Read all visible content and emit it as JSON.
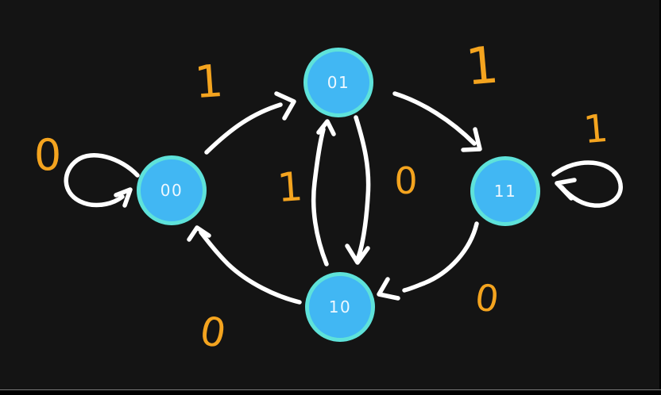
{
  "canvas": {
    "colors": {
      "background": "#141414",
      "node_fill": "#41b7f3",
      "node_stroke": "#5ee2da",
      "arrow": "#ffffff",
      "label": "#f4a41f"
    }
  },
  "diagram": {
    "type": "state-machine",
    "description": "Hand-drawn finite state machine over two-bit states with 0/1 transitions",
    "nodes": [
      {
        "id": "00",
        "label": "00"
      },
      {
        "id": "01",
        "label": "01"
      },
      {
        "id": "11",
        "label": "11"
      },
      {
        "id": "10",
        "label": "10"
      }
    ],
    "edges": [
      {
        "from": "00",
        "to": "00",
        "label": "0"
      },
      {
        "from": "00",
        "to": "01",
        "label": "1"
      },
      {
        "from": "01",
        "to": "11",
        "label": "1"
      },
      {
        "from": "11",
        "to": "11",
        "label": "1"
      },
      {
        "from": "10",
        "to": "01",
        "label": "1"
      },
      {
        "from": "01",
        "to": "10",
        "label": "0"
      },
      {
        "from": "11",
        "to": "10",
        "label": "0"
      },
      {
        "from": "10",
        "to": "00",
        "label": "0"
      }
    ]
  }
}
